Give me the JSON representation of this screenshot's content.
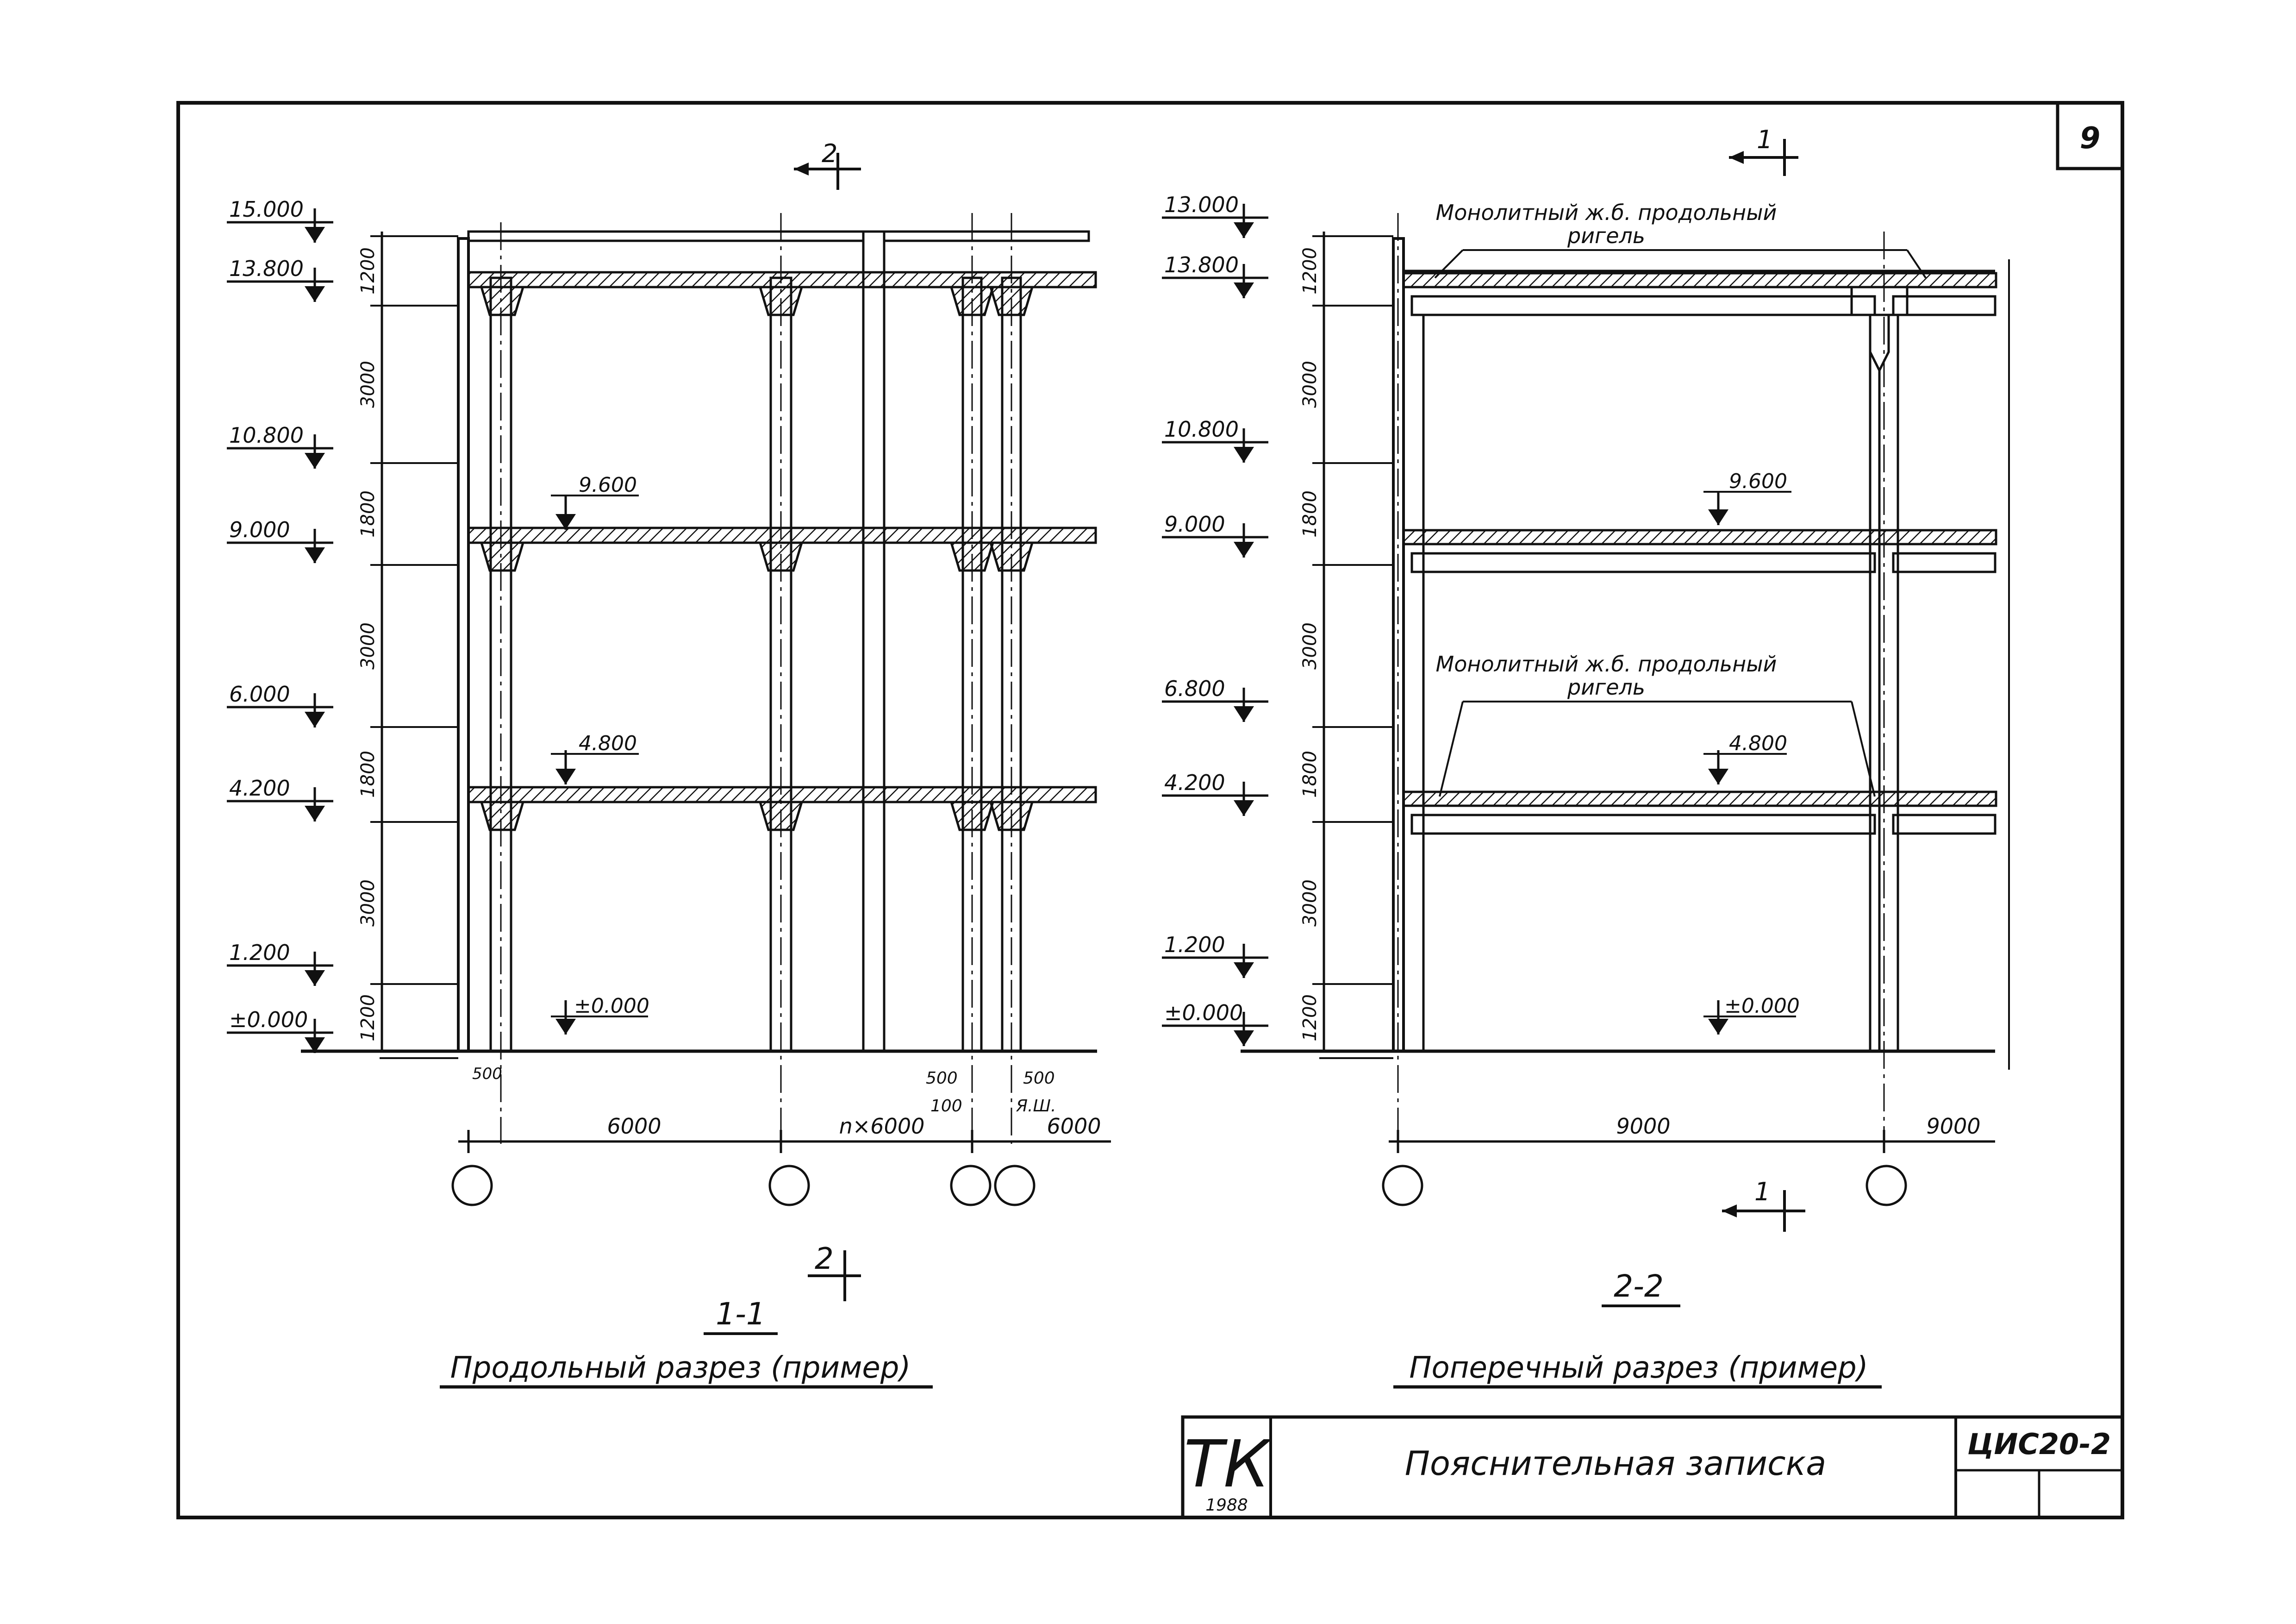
{
  "sheet": {
    "page_number": "9",
    "stamp_main": "ТК",
    "stamp_year": "1988",
    "note_title": "Пояснительная записка",
    "doc_code": "ЦИС20-2"
  },
  "left_section": {
    "cut_label": "1-1",
    "caption": "Продольный разрез (пример)",
    "cut_marks": [
      "2",
      "2"
    ],
    "elevations": [
      "15.000",
      "13.800",
      "10.800",
      "9.000",
      "6.000",
      "4.200",
      "1.200",
      "±0.000"
    ],
    "vertical_dims": [
      "1200",
      "3000",
      "1800",
      "3000",
      "1800",
      "3000",
      "1200"
    ],
    "floor_marks": [
      "9.600",
      "4.800",
      "±0.000"
    ],
    "bottom_small": [
      "500",
      "500",
      "500",
      "100",
      "Я.Ш."
    ],
    "spans": [
      "6000",
      "n×6000",
      "6000"
    ]
  },
  "right_section": {
    "cut_label": "2-2",
    "caption": "Поперечный разрез (пример)",
    "cut_marks": [
      "1",
      "1"
    ],
    "elevations": [
      "13.000",
      "13.800",
      "10.800",
      "9.000",
      "6.800",
      "4.200",
      "1.200",
      "±0.000"
    ],
    "vertical_dims": [
      "1200",
      "3000",
      "1800",
      "3000",
      "1800",
      "3000",
      "1200"
    ],
    "floor_marks": [
      "9.600",
      "4.800",
      "±0.000"
    ],
    "beam_note_top": [
      "Монолитный ж.б. продольный",
      "ригель"
    ],
    "beam_note_mid": [
      "Монолитный ж.б. продольный",
      "ригель"
    ],
    "spans": [
      "9000",
      "9000"
    ]
  }
}
